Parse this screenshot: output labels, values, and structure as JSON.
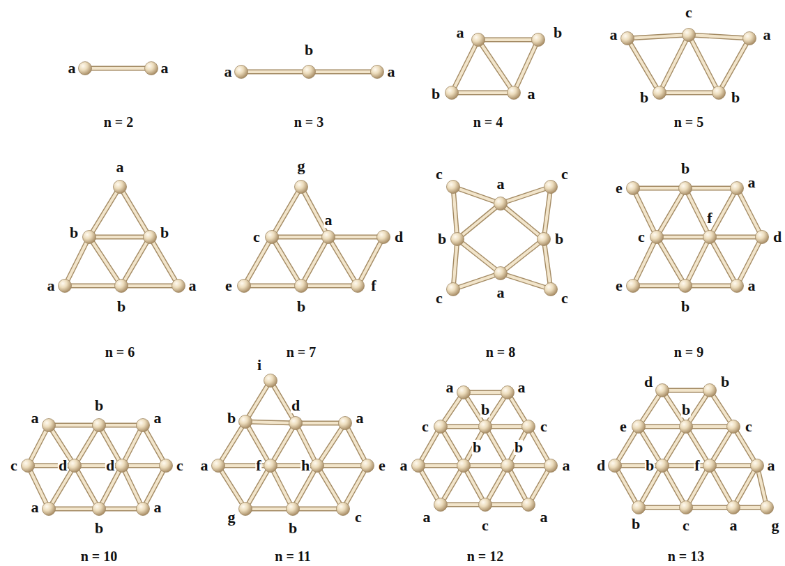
{
  "diagram": {
    "labels": [
      "a",
      "a",
      "n = 2",
      "a",
      "b",
      "a",
      "n = 3",
      "a",
      "b",
      "b",
      "a",
      "n = 4",
      "a",
      "c",
      "a",
      "b",
      "b",
      "n = 5",
      "a",
      "b",
      "b",
      "a",
      "b",
      "a",
      "n = 6",
      "g",
      "c",
      "a",
      "d",
      "e",
      "b",
      "f",
      "n = 7",
      "c",
      "a",
      "c",
      "b",
      "b",
      "c",
      "a",
      "c",
      "n = 8",
      "e",
      "b",
      "a",
      "f",
      "c",
      "d",
      "e",
      "b",
      "a",
      "n = 9",
      "a",
      "b",
      "a",
      "c",
      "d",
      "d",
      "c",
      "a",
      "b",
      "a",
      "n = 10",
      "i",
      "b",
      "d",
      "a",
      "a",
      "f",
      "h",
      "e",
      "g",
      "b",
      "c",
      "n = 11",
      "a",
      "a",
      "c",
      "b",
      "c",
      "a",
      "b",
      "b",
      "a",
      "a",
      "c",
      "a",
      "n = 12",
      "d",
      "b",
      "e",
      "b",
      "c",
      "d",
      "b",
      "f",
      "a",
      "b",
      "c",
      "a",
      "g",
      "n = 13"
    ]
  }
}
